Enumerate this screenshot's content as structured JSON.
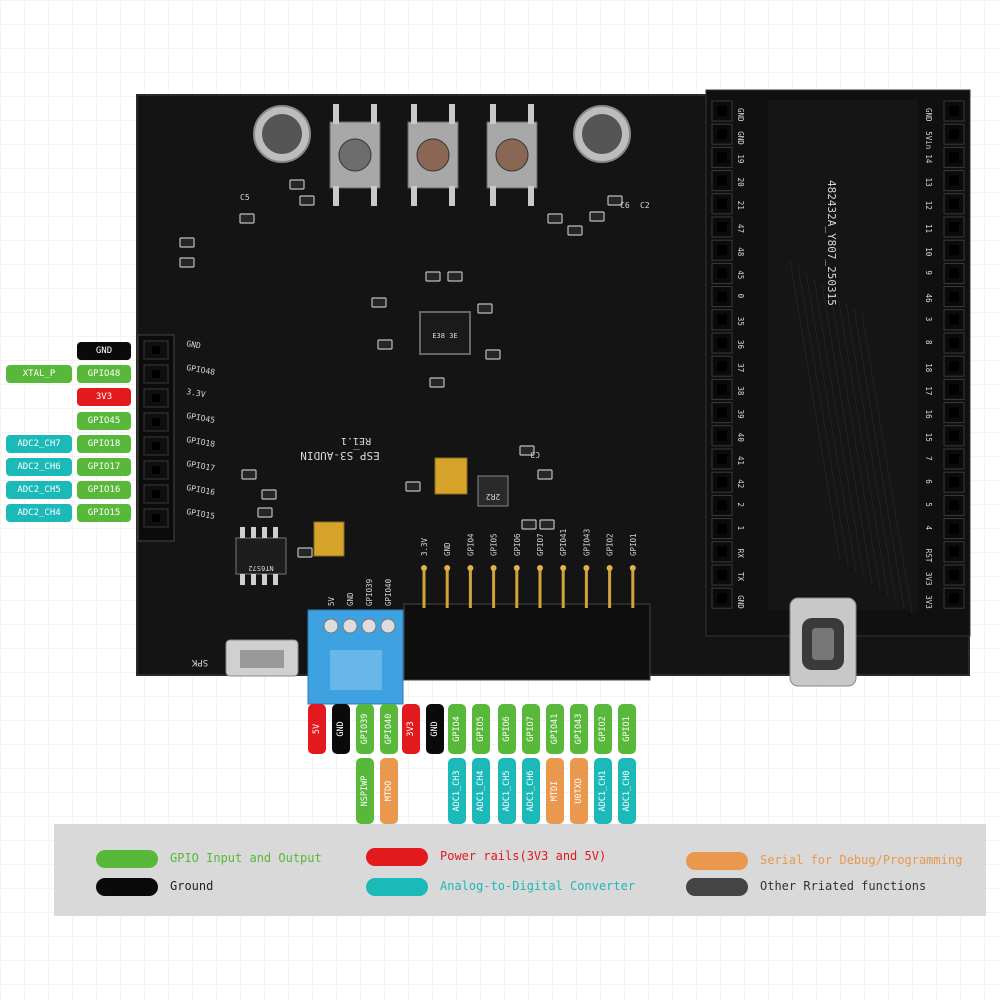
{
  "colors": {
    "gpio": "#58b83a",
    "ground": "#0a0a0a",
    "power": "#e2191d",
    "adc": "#1bb9b7",
    "serial": "#e9984e",
    "other": "#444444",
    "board": "#141414",
    "silk": "#d8d8d8"
  },
  "board": {
    "name_line1": "ESP_S3-AUDIN",
    "name_line2": "RE1.1",
    "module_code": "482432A_Y807_250315",
    "chip_label": "E38 3E",
    "ic_label": "NT6S72",
    "inductor_label": "2R2",
    "spk_label": "SPK",
    "left_header_silk": [
      "GND",
      "GPIO48",
      "3.3V",
      "GPIO45",
      "GPIO18",
      "GPIO17",
      "GPIO16",
      "GPIO15"
    ],
    "small_connector_silk": [
      "5V",
      "GND",
      "GPIO39",
      "GPIO40"
    ],
    "bottom_header_silk": [
      "3.3V",
      "GND",
      "GPIO4",
      "GPIO5",
      "GPIO6",
      "GPIO7",
      "GPIO41",
      "GPIO43",
      "GPIO2",
      "GPIO1"
    ],
    "right_header_left_col": [
      "GND",
      "GND",
      "19",
      "20",
      "21",
      "47",
      "48",
      "45",
      "0",
      "35",
      "36",
      "37",
      "38",
      "39",
      "40",
      "41",
      "42",
      "2",
      "1",
      "RX",
      "TX",
      "GND"
    ],
    "right_header_right_col": [
      "GND",
      "5Vin",
      "14",
      "13",
      "12",
      "11",
      "10",
      "9",
      "46",
      "3",
      "8",
      "18",
      "17",
      "16",
      "15",
      "7",
      "6",
      "5",
      "4",
      "RST",
      "3V3",
      "3V3"
    ],
    "cap_labels": [
      "C6",
      "C2",
      "C3",
      "C5"
    ]
  },
  "left_pins": [
    {
      "main": "GND",
      "color": "ground"
    },
    {
      "main": "GPIO48",
      "color": "gpio",
      "alt": "XTAL_P",
      "alt_color": "gpio"
    },
    {
      "main": "3V3",
      "color": "power"
    },
    {
      "main": "GPIO45",
      "color": "gpio"
    },
    {
      "main": "GPIO18",
      "color": "gpio",
      "alt": "ADC2_CH7",
      "alt_color": "adc"
    },
    {
      "main": "GPIO17",
      "color": "gpio",
      "alt": "ADC2_CH6",
      "alt_color": "adc"
    },
    {
      "main": "GPIO16",
      "color": "gpio",
      "alt": "ADC2_CH5",
      "alt_color": "adc"
    },
    {
      "main": "GPIO15",
      "color": "gpio",
      "alt": "ADC2_CH4",
      "alt_color": "adc"
    }
  ],
  "bottom_pins": [
    {
      "main": "5V",
      "color": "power"
    },
    {
      "main": "GND",
      "color": "ground"
    },
    {
      "main": "GPIO39",
      "color": "gpio",
      "alt": "NSPIWP",
      "alt_color": "gpio"
    },
    {
      "main": "GPIO40",
      "color": "gpio",
      "alt": "MTDO",
      "alt_color": "serial"
    },
    {
      "main": "3V3",
      "color": "power"
    },
    {
      "main": "GND",
      "color": "ground"
    },
    {
      "main": "GPIO4",
      "color": "gpio",
      "alt": "ADC1_CH3",
      "alt_color": "adc"
    },
    {
      "main": "GPIO5",
      "color": "gpio",
      "alt": "ADC1_CH4",
      "alt_color": "adc"
    },
    {
      "main": "GPIO6",
      "color": "gpio",
      "alt": "ADC1_CH5",
      "alt_color": "adc"
    },
    {
      "main": "GPIO7",
      "color": "gpio",
      "alt": "ADC1_CH6",
      "alt_color": "adc"
    },
    {
      "main": "GPIO41",
      "color": "gpio",
      "alt": "MTDI",
      "alt_color": "serial"
    },
    {
      "main": "GPIO43",
      "color": "gpio",
      "alt": "U0TXD",
      "alt_color": "serial"
    },
    {
      "main": "GPIO2",
      "color": "gpio",
      "alt": "ADC1_CH1",
      "alt_color": "adc"
    },
    {
      "main": "GPIO1",
      "color": "gpio",
      "alt": "ADC1_CH0",
      "alt_color": "adc"
    }
  ],
  "legend": [
    {
      "label": "GPIO Input and Output",
      "color": "gpio"
    },
    {
      "label": "Power rails(3V3 and 5V)",
      "color": "power"
    },
    {
      "label": "Serial for Debug/Programming",
      "color": "serial"
    },
    {
      "label": "Ground",
      "color": "ground"
    },
    {
      "label": "Analog-to-Digital Converter",
      "color": "adc"
    },
    {
      "label": "Other Rriated functions",
      "color": "other"
    }
  ]
}
